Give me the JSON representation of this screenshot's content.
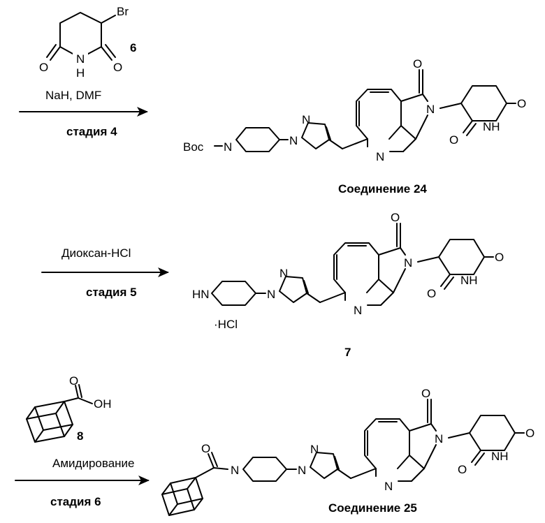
{
  "step4": {
    "reagent_atoms": {
      "br": "Br",
      "num": "6",
      "o_left": "O",
      "nh_n": "N",
      "nh_h": "H",
      "o_right": "O"
    },
    "conditions": "NaH, DMF",
    "stage": "стадия 4"
  },
  "compound24": {
    "boc": "Boc",
    "n_pip": "N",
    "n_pyr1": "N",
    "n_pyr2": "N",
    "n_pyridine": "N",
    "n_lactam": "N",
    "o_lactam": "O",
    "o_glut1": "O",
    "o_glut2": "O",
    "nh": "NH",
    "name": "Соединение 24"
  },
  "step5": {
    "conditions": "Диоксан-HCl",
    "stage": "стадия 5"
  },
  "compound7": {
    "hn": "HN",
    "salt": "·HCl",
    "n_pyr1": "N",
    "n_pyr2": "N",
    "n_pyridine": "N",
    "n_lactam": "N",
    "o_lactam": "O",
    "o_glut1": "O",
    "o_glut2": "O",
    "nh": "NH",
    "name": "7"
  },
  "step6": {
    "acid_o": "O",
    "acid_oh": "OH",
    "num": "8",
    "conditions": "Амидирование",
    "stage": "стадия 6"
  },
  "compound25": {
    "o_amide": "O",
    "n_pip": "N",
    "n_pyr1": "N",
    "n_pyr2": "N",
    "n_pyridine": "N",
    "n_lactam": "N",
    "o_lactam": "O",
    "o_glut1": "O",
    "o_glut2": "O",
    "nh": "NH",
    "name": "Соединение 25"
  }
}
